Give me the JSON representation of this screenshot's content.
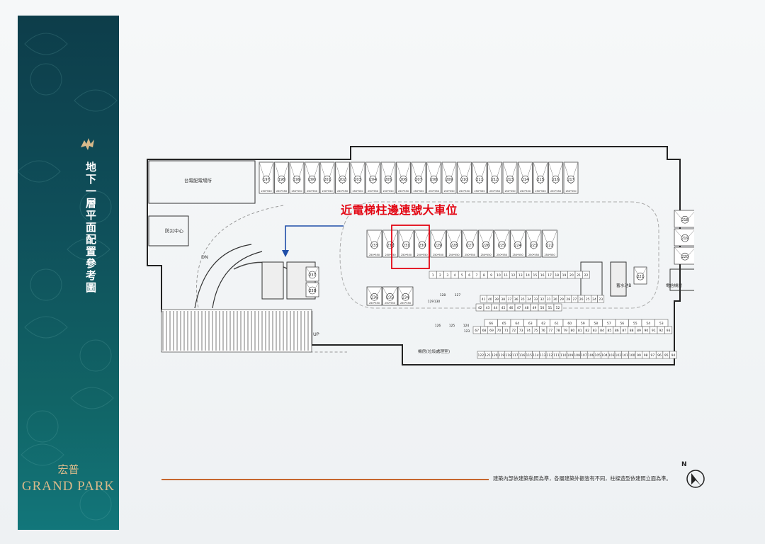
{
  "sidebar": {
    "title": "地下一層平面配置參考圖",
    "brand_cn": "宏普",
    "brand_en": "GRAND PARK",
    "brand_sub": "GRAND PARK"
  },
  "annotation": "近電梯柱邊連號大車位",
  "footer": {
    "note": "建築內部依建築執照為準，各層建築外觀皆有不同，柱樑造型依建照立面為準。"
  },
  "compass": {
    "label": "N"
  },
  "plan": {
    "rooms": {
      "power_room": "台電配電場所",
      "disaster_center": "防災中心",
      "water_tank": "蓄水池B",
      "telecom_room": "電信機房",
      "machine_room": "機房(垃圾處理室)",
      "dn": "DN",
      "up": "UP"
    },
    "size_label": "250*550",
    "top_row": [
      "197",
      "198",
      "199",
      "200",
      "201",
      "202",
      "203",
      "204",
      "205",
      "206",
      "207",
      "208",
      "209",
      "210",
      "211",
      "212",
      "213",
      "214",
      "215",
      "216",
      "217"
    ],
    "right_column": [
      "218",
      "219",
      "220"
    ],
    "middle_upper": [
      "233",
      "232",
      "231",
      "230",
      "229",
      "228",
      "227",
      "226",
      "225",
      "224",
      "223",
      "222"
    ],
    "middle_lower": [
      "236",
      "235",
      "234"
    ],
    "elevator_side": [
      "237",
      "238"
    ],
    "single_221": "221",
    "small_row": [
      "1",
      "2",
      "3",
      "4",
      "5",
      "6",
      "7",
      "8",
      "9",
      "10",
      "11",
      "12",
      "13",
      "14",
      "15",
      "16",
      "17",
      "18",
      "19",
      "20",
      "21",
      "22"
    ],
    "moto_row_a": [
      "41",
      "40",
      "39",
      "38",
      "37",
      "36",
      "35",
      "34",
      "33",
      "32",
      "31",
      "30",
      "29",
      "28",
      "27",
      "26",
      "25",
      "24",
      "23"
    ],
    "moto_row_b": [
      "42",
      "43",
      "44",
      "45",
      "46",
      "47",
      "48",
      "49",
      "50",
      "51",
      "52"
    ],
    "moto_row_c": [
      "66",
      "65",
      "64",
      "63",
      "62",
      "61",
      "60",
      "59",
      "58",
      "57",
      "56",
      "55",
      "54",
      "53"
    ],
    "moto_row_d": [
      "67",
      "68",
      "69",
      "70",
      "71",
      "72",
      "73",
      "74",
      "75",
      "76",
      "77",
      "78",
      "79",
      "80",
      "81",
      "82",
      "83",
      "84",
      "85",
      "86",
      "87",
      "88",
      "89",
      "90",
      "91",
      "92",
      "93"
    ],
    "moto_row_e": [
      "122",
      "121",
      "120",
      "119",
      "118",
      "117",
      "116",
      "115",
      "114",
      "113",
      "112",
      "111",
      "110",
      "109",
      "108",
      "107",
      "106",
      "105",
      "104",
      "103",
      "102",
      "101",
      "100",
      "99",
      "98",
      "97",
      "96",
      "95",
      "94"
    ],
    "misc": [
      "126",
      "125",
      "124",
      "123",
      "128",
      "127",
      "129",
      "130"
    ]
  }
}
